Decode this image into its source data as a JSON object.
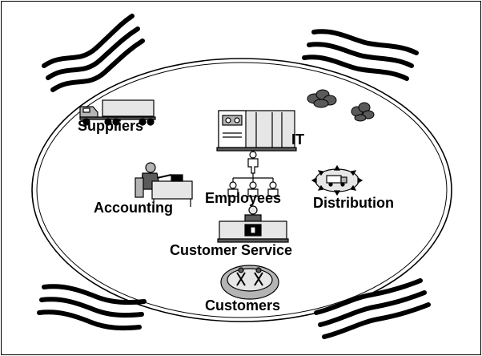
{
  "diagram": {
    "labels": {
      "suppliers": "Suppliers",
      "it": "IT",
      "accounting": "Accounting",
      "employees": "Employees",
      "distribution": "Distribution",
      "customer_service": "Customer Service",
      "customers": "Customers"
    },
    "colors": {
      "ink": "#000000",
      "fill_light": "#e6e6e6",
      "fill_mid": "#b4b4b4",
      "fill_dark": "#5a5a5a",
      "background": "#ffffff"
    }
  }
}
